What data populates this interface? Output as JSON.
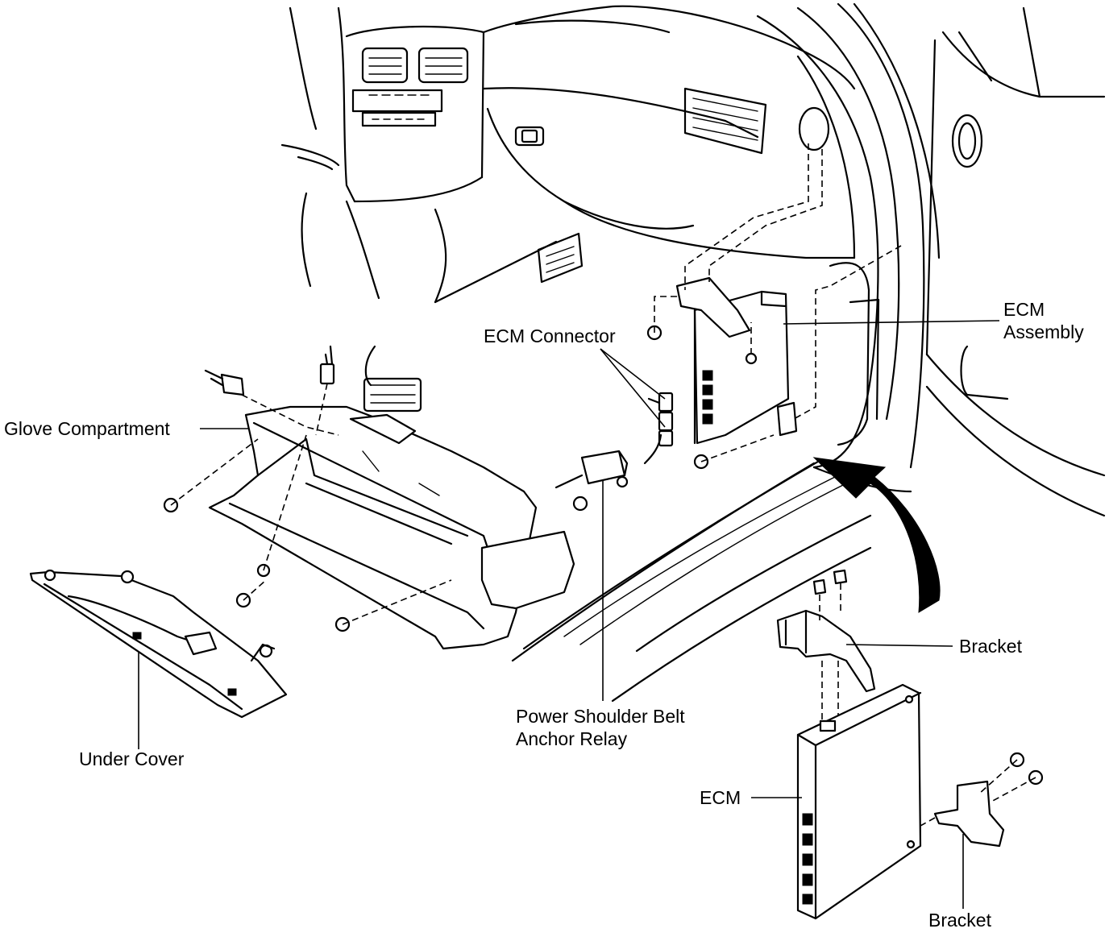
{
  "labels": {
    "ecm_connector": "ECM Connector",
    "ecm_assembly_line1": "ECM",
    "ecm_assembly_line2": "Assembly",
    "glove_compartment": "Glove Compartment",
    "under_cover": "Under Cover",
    "power_relay_line1": "Power Shoulder Belt",
    "power_relay_line2": "Anchor Relay",
    "bracket_top": "Bracket",
    "ecm": "ECM",
    "bracket_bottom": "Bracket"
  }
}
